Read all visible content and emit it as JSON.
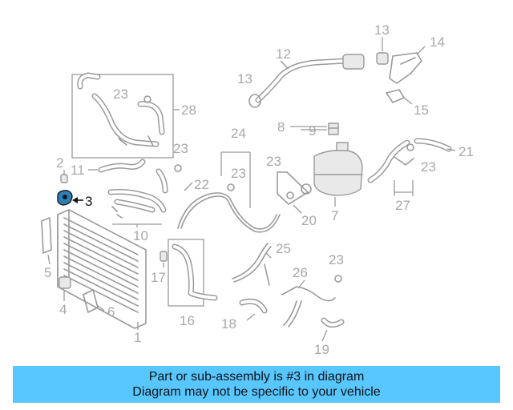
{
  "highlight": {
    "callout": "3",
    "color": "#2c7fb8"
  },
  "callouts": {
    "c1": "1",
    "c2": "2",
    "c3": "3",
    "c4": "4",
    "c5": "5",
    "c6": "6",
    "c7": "7",
    "c8": "8",
    "c9": "9",
    "c10": "10",
    "c11": "11",
    "c12": "12",
    "c13a": "13",
    "c13b": "13",
    "c14": "14",
    "c15": "15",
    "c16": "16",
    "c17": "17",
    "c18": "18",
    "c19": "19",
    "c20": "20",
    "c21": "21",
    "c22": "22",
    "c23a": "23",
    "c23b": "23",
    "c23c": "23",
    "c23d": "23",
    "c23e": "23",
    "c23f": "23",
    "c24": "24",
    "c25": "25",
    "c26": "26",
    "c27": "27",
    "c28": "28"
  },
  "info_bar": {
    "line1": "Part or sub-assembly is #3 in diagram",
    "line2": "Diagram may not be specific to your vehicle",
    "color": "#58c6ff"
  }
}
